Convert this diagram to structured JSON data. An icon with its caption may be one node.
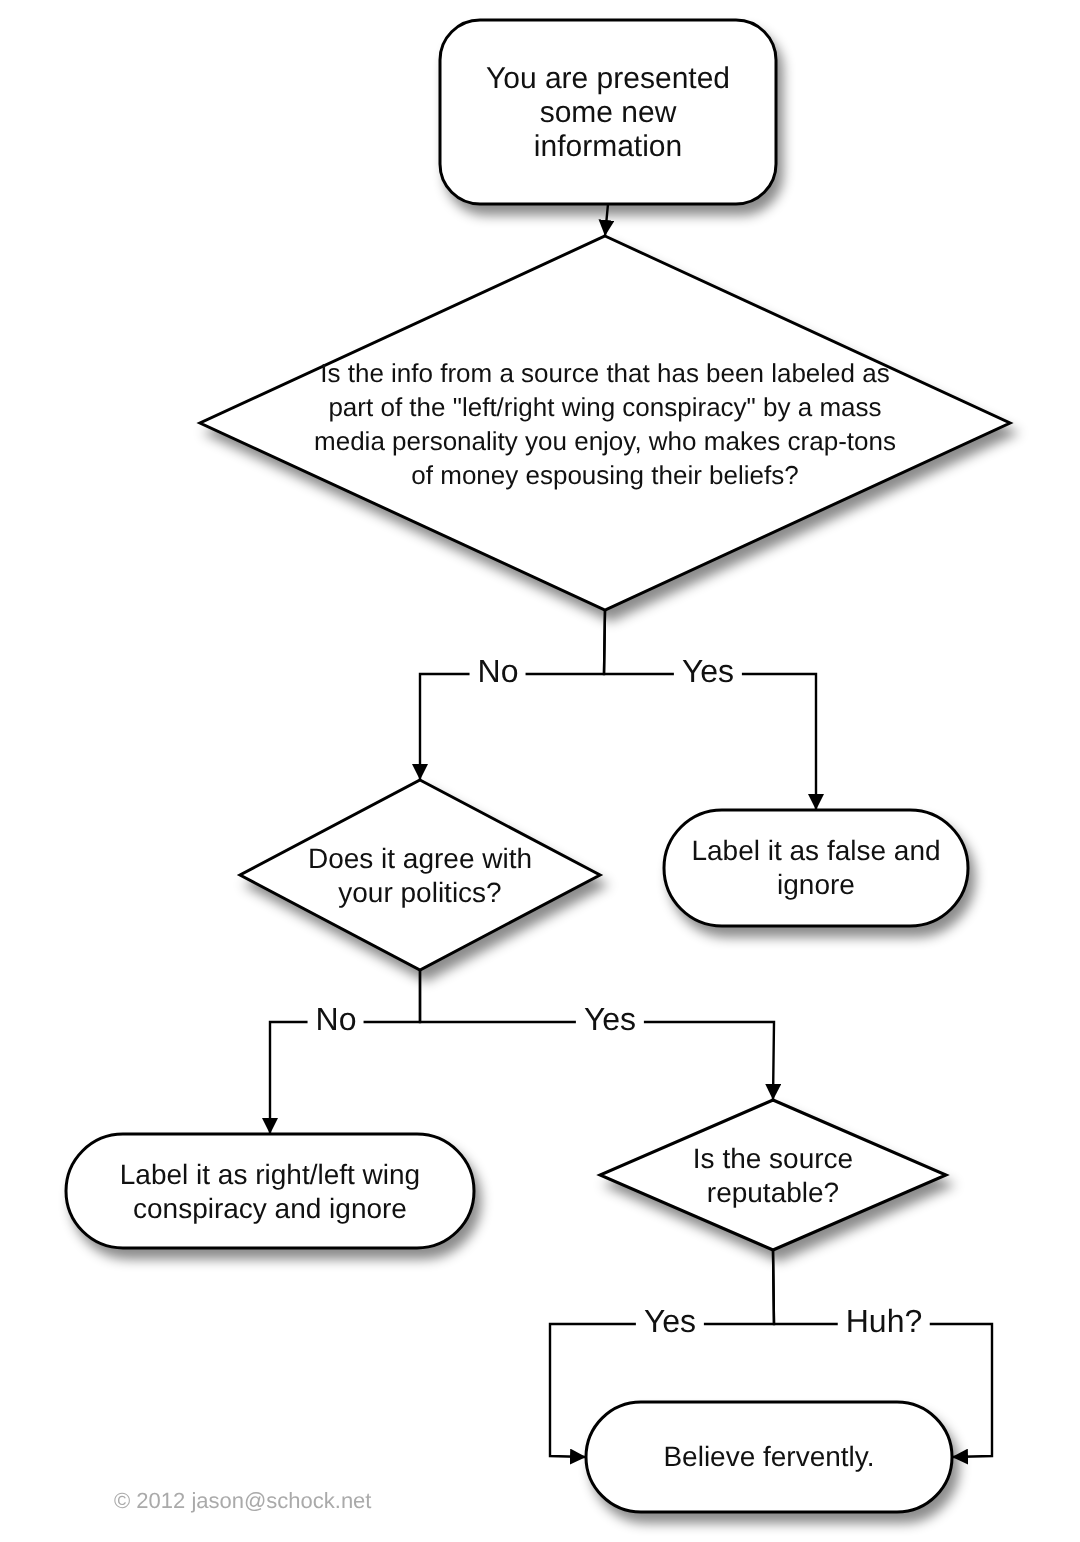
{
  "diagram": {
    "nodes": [
      {
        "text": [
          "You are presented some new information"
        ]
      },
      {
        "text": [
          "Is the info from a source that has been labeled as part of the \"left/right wing conspiracy\" by a mass media personality you enjoy, who makes crap-tons of money espousing their beliefs?"
        ]
      },
      {
        "text": [
          "Does it agree with your politics?"
        ]
      },
      {
        "text": [
          "Label it as false and ignore"
        ]
      },
      {
        "text": [
          "Label it as right/left wing conspiracy and ignore"
        ]
      },
      {
        "text": [
          "Is the source reputable?"
        ]
      },
      {
        "text": [
          "Believe fervently."
        ]
      }
    ],
    "edges": [
      {
        "from": 0,
        "to": 1,
        "arrow": "to"
      },
      {
        "from": 1,
        "to": 2,
        "arrow": "to",
        "label": "No"
      },
      {
        "from": 1,
        "to": 3,
        "arrow": "to",
        "label": "Yes"
      },
      {
        "from": 2,
        "to": 4,
        "arrow": "to",
        "label": "No"
      },
      {
        "from": 2,
        "to": 5,
        "arrow": "to",
        "label": "Yes"
      },
      {
        "from": 5,
        "to": 6,
        "arrow": "to",
        "label": "Yes"
      },
      {
        "from": 5,
        "to": 6,
        "arrow": "to",
        "label": "Huh?"
      }
    ],
    "labels": [
      "© 2012 jason@schock.net"
    ]
  }
}
